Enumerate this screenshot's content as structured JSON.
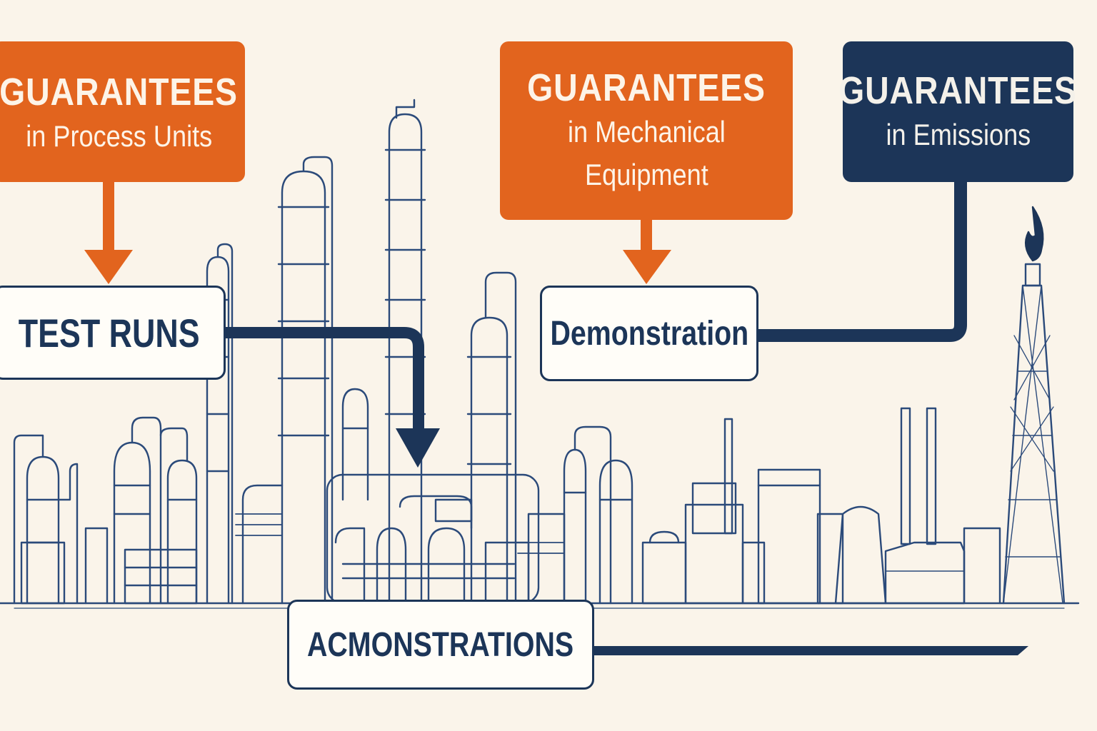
{
  "boxes": {
    "process_units": {
      "title": "GUARANTEES",
      "subtitle": "in Process Units"
    },
    "mechanical": {
      "title": "GUARANTEES",
      "subtitle_line1": "in Mechanical",
      "subtitle_line2": "Equipment"
    },
    "emissions": {
      "title": "GUARANTEES",
      "subtitle": "in Emissions"
    },
    "test_runs": {
      "label": "TEST RUNS"
    },
    "demonstration": {
      "label": "Demonstration"
    },
    "acmonstrations": {
      "label": "ACMONSTRATIONS"
    }
  },
  "colors": {
    "orange": "#e2641e",
    "navy": "#1c3558",
    "background": "#faf4ea",
    "line": "#2b4a7a"
  }
}
